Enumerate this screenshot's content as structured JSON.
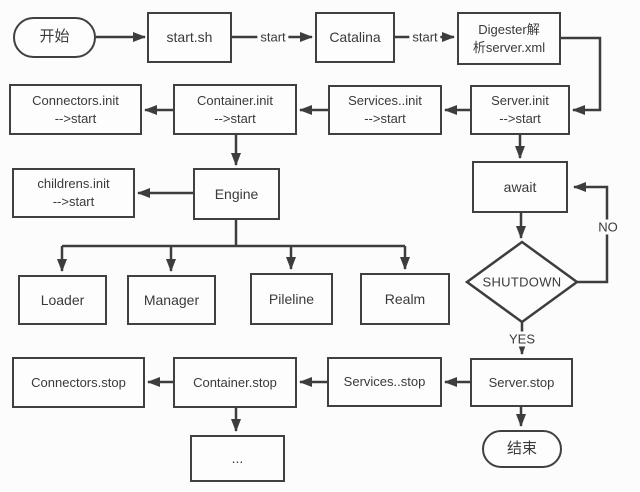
{
  "diagram": {
    "nodes": {
      "begin": {
        "label": "开始"
      },
      "start_sh": {
        "label": "start.sh"
      },
      "catalina": {
        "label": "Catalina"
      },
      "digester": {
        "label": "Digester解\n析server.xml"
      },
      "server_init": {
        "label": "Server.init\n-->start"
      },
      "services_init": {
        "label": "Services..init\n-->start"
      },
      "container_init": {
        "label": "Container.init\n-->start"
      },
      "connectors_init": {
        "label": "Connectors.init\n-->start"
      },
      "childrens_init": {
        "label": "childrens.init\n-->start"
      },
      "engine": {
        "label": "Engine"
      },
      "loader": {
        "label": "Loader"
      },
      "manager": {
        "label": "Manager"
      },
      "pileline": {
        "label": "Pileline"
      },
      "realm": {
        "label": "Realm"
      },
      "await": {
        "label": "await"
      },
      "shutdown": {
        "label": "SHUTDOWN"
      },
      "server_stop": {
        "label": "Server.stop"
      },
      "services_stop": {
        "label": "Services..stop"
      },
      "container_stop": {
        "label": "Container.stop"
      },
      "connectors_stop": {
        "label": "Connectors.stop"
      },
      "ellipsis": {
        "label": "..."
      },
      "end": {
        "label": "结束"
      }
    },
    "edge_labels": {
      "startsh_to_catalina": "start",
      "catalina_to_digester": "start",
      "shutdown_no": "NO",
      "shutdown_yes": "YES"
    },
    "colors": {
      "line": "#3d3d3d",
      "background": "#fcfcfc",
      "box_fill": "#fdfdfd",
      "text": "#3a3a3a"
    }
  }
}
